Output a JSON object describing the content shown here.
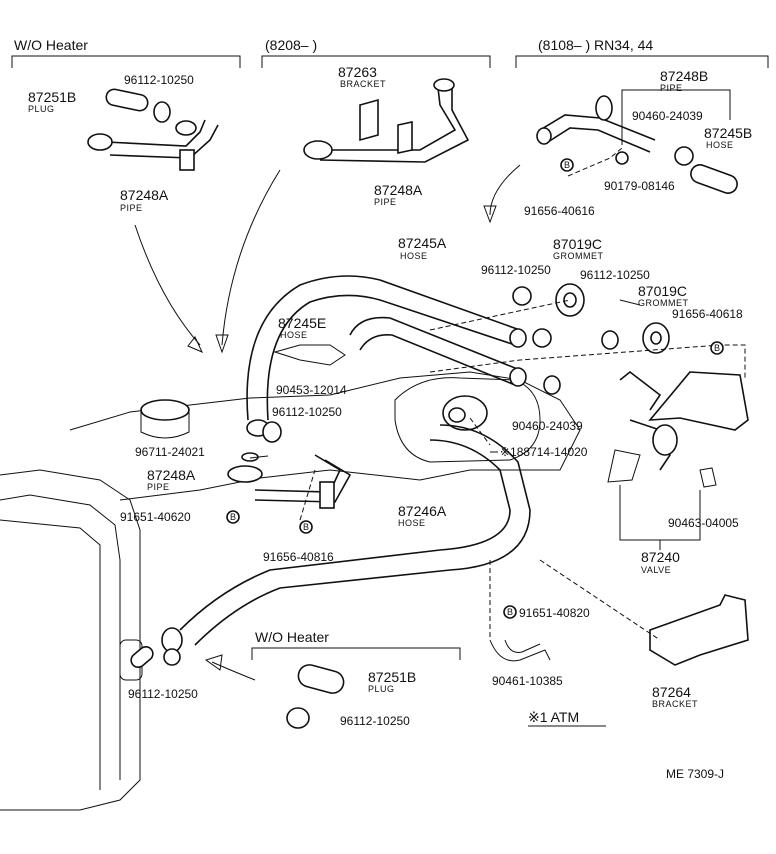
{
  "sections": {
    "wo_heater_top": "W/O Heater",
    "model_8208": "(8208–          )",
    "model_8108": "(8108–          ) RN34, 44",
    "wo_heater_bottom": "W/O Heater"
  },
  "labels": {
    "p87251B_top": "87251B",
    "p87251B_top_sub": "PLUG",
    "p96112_a": "96112-10250",
    "p87248A_a": "87248A",
    "p87248A_a_sub": "PIPE",
    "p87263": "87263",
    "p87263_sub": "BRACKET",
    "p87248A_b": "87248A",
    "p87248A_b_sub": "PIPE",
    "p87248B": "87248B",
    "p87248B_sub": "PIPE",
    "p90460_a": "90460-24039",
    "p87245B": "87245B",
    "p87245B_sub": "HOSE",
    "p90179": "90179-08146",
    "p91656_a": "91656-40616",
    "p87245A": "87245A",
    "p87245A_sub": "HOSE",
    "p87019C_a": "87019C",
    "p87019C_a_sub": "GROMMET",
    "p96112_b": "96112-10250",
    "p96112_c": "96112-10250",
    "p87019C_b": "87019C",
    "p87019C_b_sub": "GROMMET",
    "p87245E": "87245E",
    "p87245E_sub": "HOSE",
    "p91656_b": "91656-40618",
    "p90453_a": "90453-12014",
    "p96112_d": "96112-10250",
    "p90460_b": "90460-24039",
    "p96711": "96711-24021",
    "p188714": "※188714-14020",
    "p87248A_c": "87248A",
    "p87248A_c_sub": "PIPE",
    "p91651_a": "91651-40620",
    "p87246A": "87246A",
    "p87246A_sub": "HOSE",
    "p90463_b": "90463-04005",
    "p91656_c": "91656-40816",
    "p87240": "87240",
    "p87240_sub": "VALVE",
    "p91651_b": "91651-40820",
    "p90461": "90461-10385",
    "p87264": "87264",
    "p87264_sub": "BRACKET",
    "p96112_e": "96112-10250",
    "p87251B_bot": "87251B",
    "p87251B_bot_sub": "PLUG",
    "p96112_f": "96112-10250",
    "atm_note": "※1 ATM",
    "diagram_code": "ME  7309-J",
    "bolt_mark": "B"
  }
}
